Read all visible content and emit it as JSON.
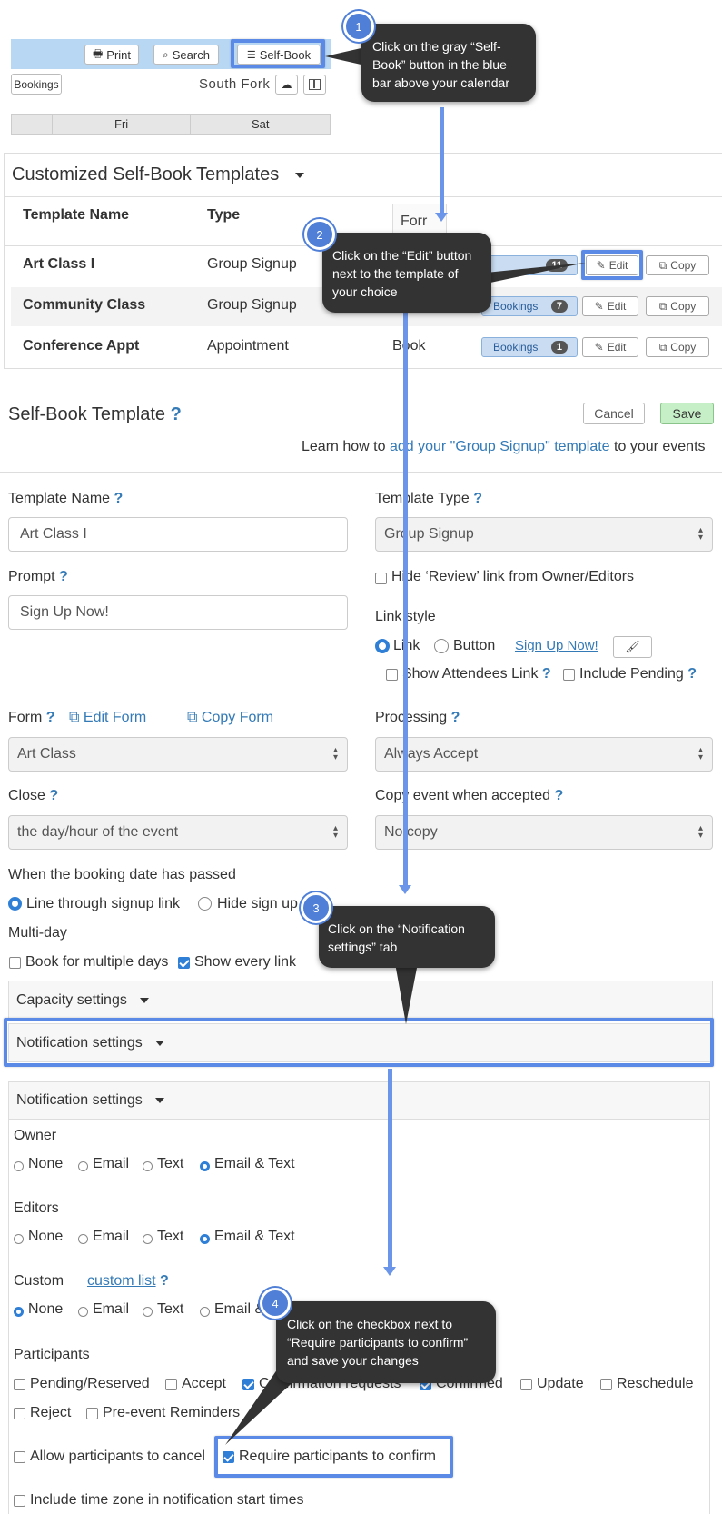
{
  "toolbar": {
    "print": "Print",
    "search": "Search",
    "self_book": "Self-Book"
  },
  "calendar": {
    "bookings_btn": "Bookings",
    "location": "South Fork",
    "days": [
      "Fri",
      "Sat"
    ]
  },
  "templates_panel": {
    "title": "Customized Self-Book Templates",
    "headers": {
      "name": "Template Name",
      "type": "Type",
      "form_cut": "Forr"
    },
    "rows": [
      {
        "name": "Art Class I",
        "type": "Group Signup",
        "bookings_count": "11"
      },
      {
        "name": "Community Class",
        "type": "Group Signup",
        "bookings": "Bookings",
        "bookings_count": "7"
      },
      {
        "name": "Conference Appt",
        "type": "Appointment",
        "mode": "Book",
        "bookings": "Bookings",
        "bookings_count": "1"
      }
    ],
    "edit": "Edit",
    "copy": "Copy"
  },
  "editor": {
    "title": "Self-Book Template",
    "cancel": "Cancel",
    "save": "Save",
    "learn_prefix": "Learn how to ",
    "learn_link": "add your \"Group Signup\" template",
    "learn_suffix": " to your events",
    "template_name_label": "Template Name",
    "template_name_value": "Art Class I",
    "template_type_label": "Template Type",
    "template_type_value": "Group Signup",
    "prompt_label": "Prompt",
    "prompt_value": "Sign Up Now!",
    "hide_review": "Hide ‘Review’ link from Owner/Editors",
    "link_style_label": "Link style",
    "link_opt": "Link",
    "button_opt": "Button",
    "signup_preview": "Sign Up Now!",
    "show_attendees": "Show Attendees Link",
    "include_pending": "Include Pending",
    "form_label": "Form",
    "edit_form": "Edit Form",
    "copy_form": "Copy Form",
    "form_value": "Art Class",
    "processing_label": "Processing",
    "processing_value": "Always Accept",
    "close_label": "Close",
    "close_value": "the day/hour of the event",
    "copy_event_label": "Copy event when accepted",
    "copy_event_value": "No copy",
    "booking_passed_label": "When the booking date has passed",
    "line_through": "Line through signup link",
    "hide_signup": "Hide sign up",
    "multiday_label": "Multi-day",
    "book_multiple": "Book for multiple days",
    "show_every": "Show every link",
    "capacity_settings": "Capacity settings",
    "notification_settings": "Notification settings",
    "help": "?"
  },
  "notifications": {
    "header": "Notification settings",
    "options": [
      "None",
      "Email",
      "Text",
      "Email & Text"
    ],
    "owner": "Owner",
    "editors": "Editors",
    "custom": "Custom",
    "custom_list": "custom list",
    "participants": "Participants",
    "pending": "Pending/Reserved",
    "accept": "Accept",
    "confirm_requests": "Confirmation requests",
    "confirmed": "Confirmed",
    "update": "Update",
    "reschedule": "Reschedule",
    "reject": "Reject",
    "pre_event": "Pre-event Reminders",
    "allow_cancel": "Allow participants to cancel",
    "require_confirm": "Require participants to confirm",
    "include_tz": "Include time zone in notification start times"
  },
  "callouts": [
    {
      "n": "1",
      "text": "Click on the gray “Self-Book” button in the blue bar above your calendar"
    },
    {
      "n": "2",
      "text": "Click on the “Edit” button next to the template of your choice"
    },
    {
      "n": "3",
      "text": "Click on the “Notification settings” tab"
    },
    {
      "n": "4",
      "text": "Click on the checkbox next to “Require participants to confirm” and save your changes"
    }
  ]
}
